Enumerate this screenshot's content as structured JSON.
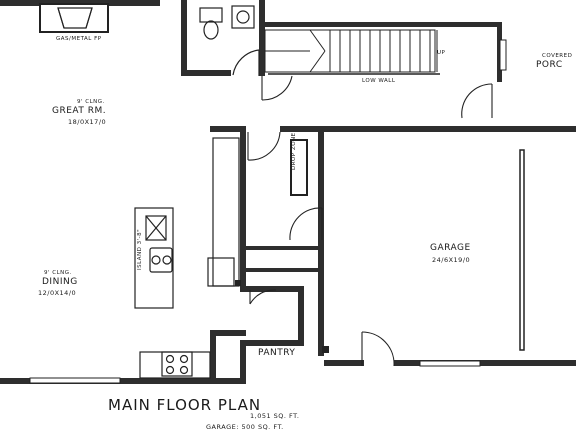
{
  "plan": {
    "title": "MAIN FLOOR PLAN",
    "area_line": "1,051 SQ. FT.",
    "garage_area_line": "GARAGE: 500 SQ. FT."
  },
  "rooms": {
    "great_room": {
      "ceiling": "9' CLNG.",
      "name": "GREAT RM.",
      "size": "18/0X17/0"
    },
    "dining": {
      "ceiling": "9' CLNG.",
      "name": "DINING",
      "size": "12/0X14/0"
    },
    "garage": {
      "name": "GARAGE",
      "size": "24/6X19/0"
    },
    "porch": {
      "prefix": "COVERED",
      "name": "PORC"
    },
    "pantry": {
      "name": "PANTRY"
    }
  },
  "labels": {
    "fireplace": "GAS/METAL FP",
    "low_wall": "LOW WALL",
    "stair_up": "UP",
    "drop_zone": "DROP ZONE",
    "island": "ISLAND 3'-8\""
  }
}
